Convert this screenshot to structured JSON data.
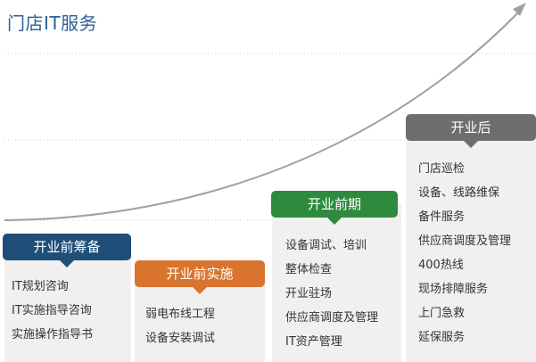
{
  "title": "门店IT服务",
  "colors": {
    "phase1": "#1f4e79",
    "phase2": "#d9742f",
    "phase3": "#2e8b3e",
    "phase4": "#6e6e6e",
    "title": "#2d5f91",
    "panel_bg": "#f0f0f0",
    "curve": "#a0a0a0",
    "dotted": "#cccccc"
  },
  "phases": [
    {
      "label": "开业前筹备",
      "items": [
        "IT规划咨询",
        "IT实施指导咨询",
        "实施操作指导书"
      ]
    },
    {
      "label": "开业前实施",
      "items": [
        "弱电布线工程",
        "设备安装调试"
      ]
    },
    {
      "label": "开业前期",
      "items": [
        "设备调试、培训",
        "整体检查",
        "开业驻场",
        "供应商调度及管理",
        "IT资产管理"
      ]
    },
    {
      "label": "开业后",
      "items": [
        "门店巡检",
        "设备、线路维保",
        "备件服务",
        "供应商调度及管理",
        "400热线",
        "现场排障服务",
        "上门急救",
        "延保服务"
      ]
    }
  ]
}
